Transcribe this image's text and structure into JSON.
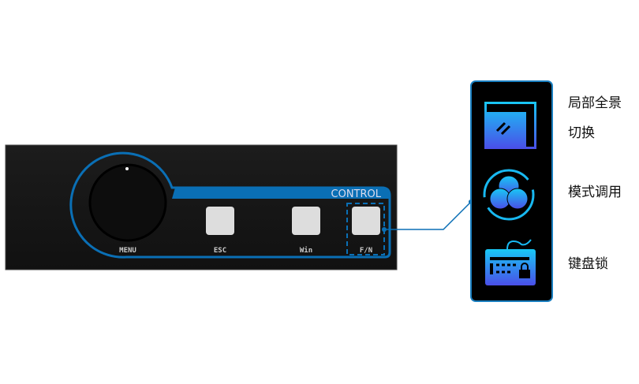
{
  "panel": {
    "section_title": "CONTROL",
    "knob_label": "MENU",
    "buttons": [
      {
        "label": "ESC"
      },
      {
        "label": "Win"
      },
      {
        "label": "F/N"
      }
    ]
  },
  "functions": [
    {
      "icon": "window-switch-icon",
      "label_line1": "局部全景",
      "label_line2": "切换"
    },
    {
      "icon": "mode-recall-icon",
      "label_line1": "模式调用"
    },
    {
      "icon": "keyboard-lock-icon",
      "label_line1": "键盘锁"
    }
  ],
  "colors": {
    "accent": "#0a6fb5",
    "icon_top": "#18c8f5",
    "icon_bottom": "#4a4ee8"
  }
}
